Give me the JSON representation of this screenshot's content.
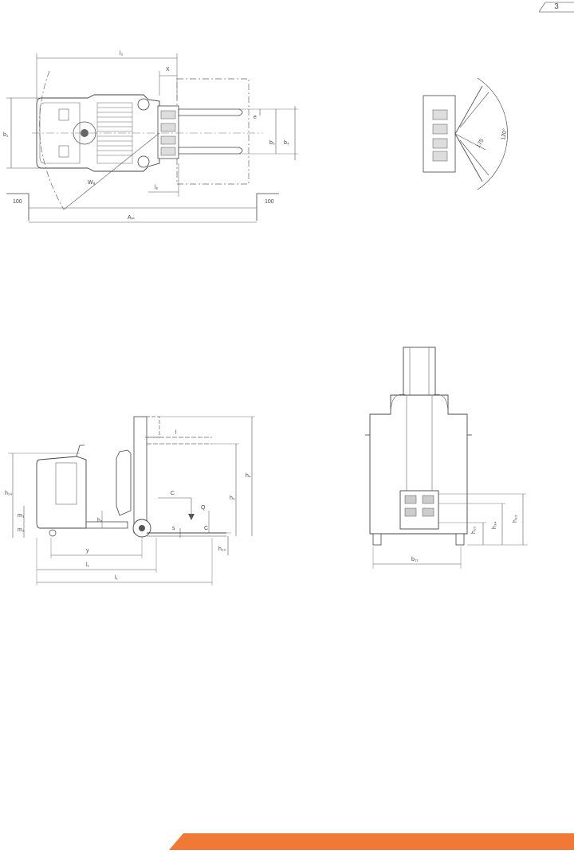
{
  "page": {
    "number": "3"
  },
  "top_view": {
    "labels": {
      "l2": "l₂",
      "x": "X",
      "b1": "b₁",
      "e": "e",
      "b5": "b₅",
      "b4": "b₄",
      "wa": "Wₐ",
      "l6": "l₆",
      "left_clearance": "100",
      "right_clearance": "100",
      "ast": "Aₛₜ"
    }
  },
  "rotation_view": {
    "labels": {
      "radius": "175",
      "angle": "120°"
    }
  },
  "side_view": {
    "labels": {
      "l": "l",
      "c_horizontal": "C",
      "q": "Q",
      "h14": "h₁₄",
      "h3": "h₃",
      "h4": "h₄",
      "m1": "m₁",
      "m2": "m₂",
      "h7": "h₇",
      "s": "s",
      "c_vertical": "C",
      "h13": "h₁₃",
      "y": "y",
      "l1": "l₁",
      "l_total": "l₁"
    }
  },
  "rear_view": {
    "labels": {
      "h10": "h₁₀",
      "h34": "h₃₄",
      "h33": "h₃₃",
      "b11": "b₁₁"
    }
  },
  "colors": {
    "accent": "#f07a35",
    "line": "#555555",
    "light_line": "#888888"
  }
}
